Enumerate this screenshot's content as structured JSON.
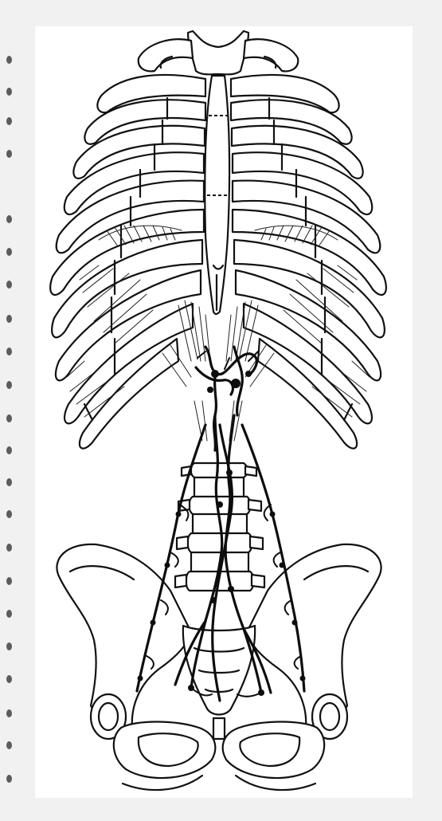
{
  "figure": {
    "subject": "",
    "colors": {
      "background": "#f1f1f2",
      "panel": "#ffffff",
      "ink": "#111111"
    },
    "icons": [
      "rib-cage",
      "pelvis",
      "lumbar-vertebrae",
      "nerve-chains",
      "margin-text-fragments"
    ]
  }
}
